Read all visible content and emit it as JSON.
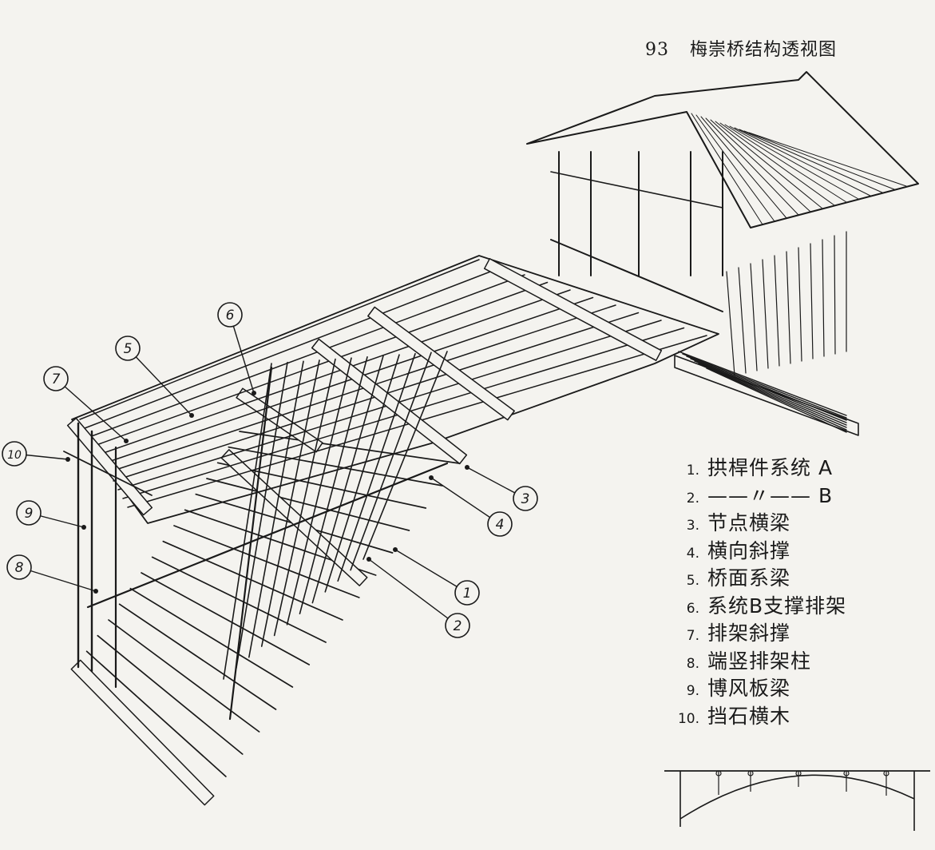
{
  "caption": {
    "number": "93",
    "title": "梅崇桥结构透视图"
  },
  "legend": [
    {
      "num": "1.",
      "text": "拱桿件系统 A"
    },
    {
      "num": "2.",
      "text": "——〃—— B"
    },
    {
      "num": "3.",
      "text": "节点横梁"
    },
    {
      "num": "4.",
      "text": "横向斜撑"
    },
    {
      "num": "5.",
      "text": "桥面系梁"
    },
    {
      "num": "6.",
      "text": "系统B支撑排架"
    },
    {
      "num": "7.",
      "text": "排架斜撑"
    },
    {
      "num": "8.",
      "text": "端竖排架柱"
    },
    {
      "num": "9.",
      "text": "博风板梁"
    },
    {
      "num": "10.",
      "text": "挡石横木"
    }
  ],
  "callouts": [
    {
      "label": "1"
    },
    {
      "label": "2"
    },
    {
      "label": "3"
    },
    {
      "label": "4"
    },
    {
      "label": "5"
    },
    {
      "label": "6"
    },
    {
      "label": "7"
    },
    {
      "label": "8"
    },
    {
      "label": "9"
    },
    {
      "label": "10"
    }
  ],
  "colors": {
    "ink": "#1a1a1a",
    "paper": "#f4f3ef"
  }
}
